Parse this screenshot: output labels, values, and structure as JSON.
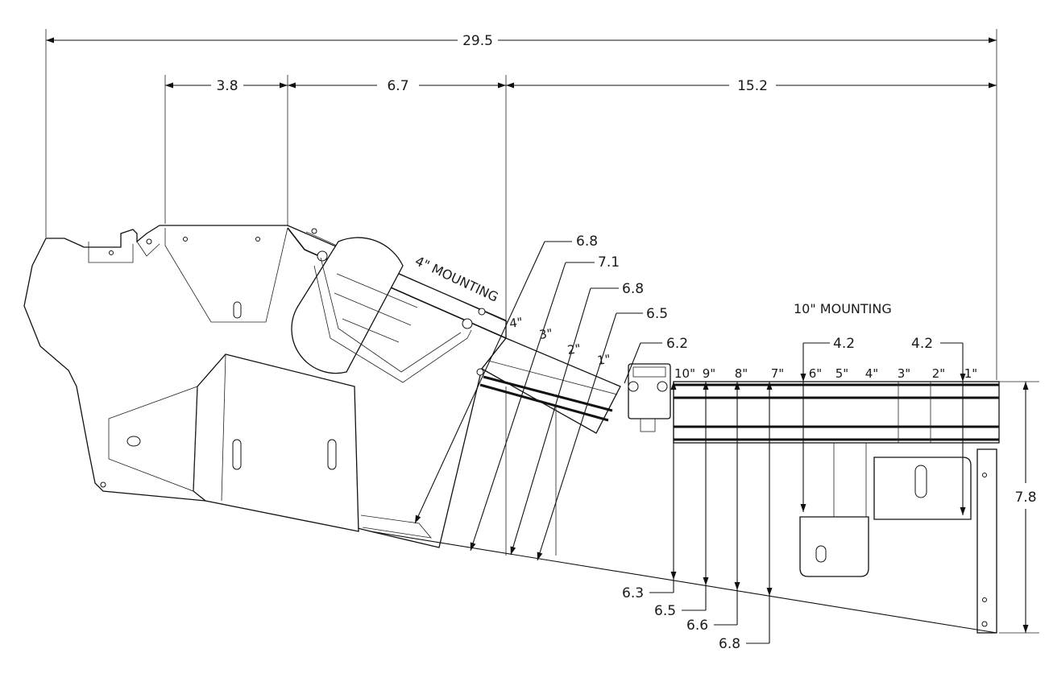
{
  "overall_dims": {
    "total_length": "29.5",
    "seg_a": "3.8",
    "seg_b": "6.7",
    "seg_c": "15.2",
    "height": "7.8"
  },
  "mount_labels": {
    "four_inch": "4\" MOUNTING",
    "ten_inch": "10\" MOUNTING"
  },
  "angled_dims": [
    "6.8",
    "7.1",
    "6.8",
    "6.5",
    "6.2"
  ],
  "four_positions": [
    "4\"",
    "3\"",
    "2\"",
    "1\""
  ],
  "ten_positions": [
    "10\"",
    "9\"",
    "8\"",
    "7\"",
    "6\"",
    "5\"",
    "4\"",
    "3\"",
    "2\"",
    "1\""
  ],
  "top_span_dims": [
    "4.2",
    "4.2"
  ],
  "bottom_dims": [
    "6.3",
    "6.5",
    "6.6",
    "6.8"
  ]
}
